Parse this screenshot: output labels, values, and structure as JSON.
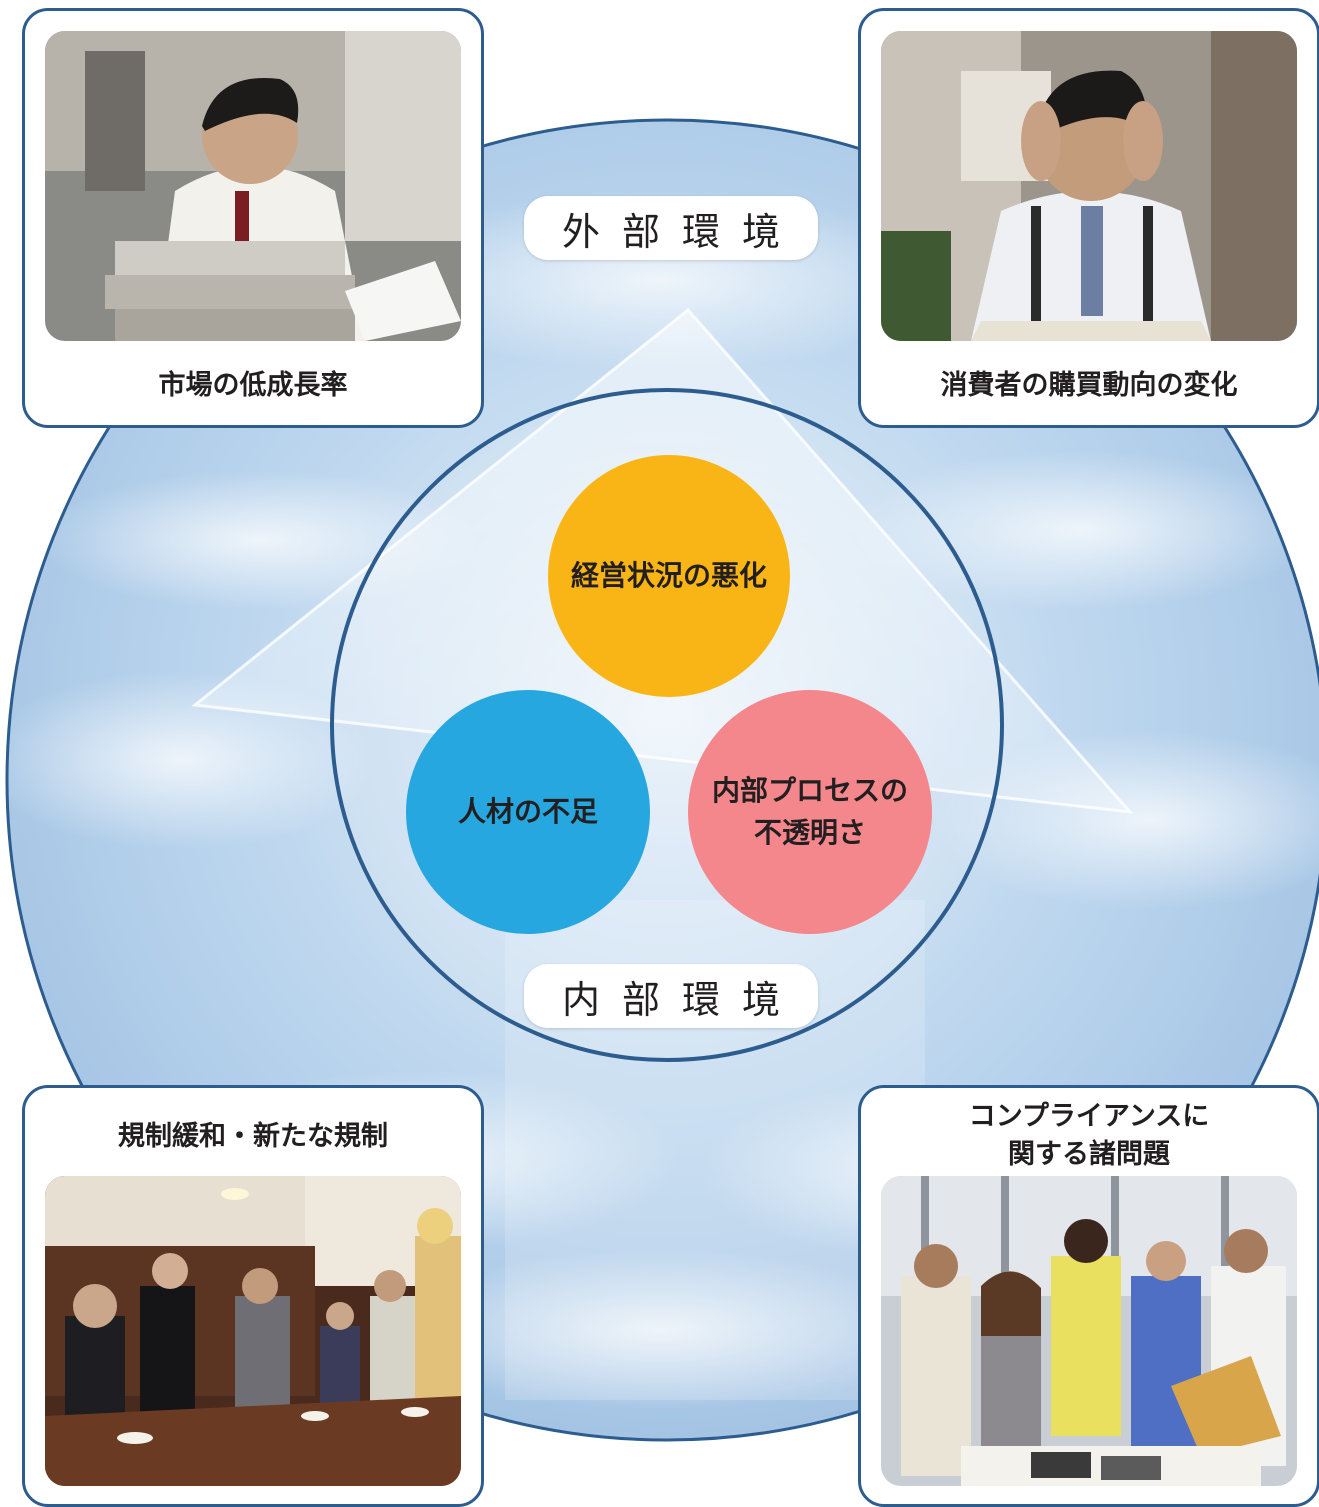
{
  "external_label": "外部環境",
  "internal_label": "内部環境",
  "cards": {
    "top_left": {
      "caption": "市場の低成長率",
      "photo": "man-with-books-photo"
    },
    "top_right": {
      "caption": "消費者の購買動向の変化",
      "photo": "stressed-man-photo"
    },
    "bottom_left": {
      "caption": "規制緩和・新たな規制",
      "photo": "meeting-room-photo"
    },
    "bottom_right": {
      "caption_line1": "コンプライアンスに",
      "caption_line2": "関する諸問題",
      "photo": "team-discussion-photo"
    }
  },
  "factors": {
    "management": {
      "label": "経営状況の悪化",
      "color": "#f9b515"
    },
    "talent": {
      "label": "人材の不足",
      "color": "#27a7e0"
    },
    "process": {
      "label_line1": "内部プロセスの",
      "label_line2": "不透明さ",
      "color": "#f3878c"
    }
  },
  "colors": {
    "outer_circle_border": "#2d5c8f",
    "sky_light": "#dbe9f6",
    "sky_mid": "#a9c8e8"
  }
}
